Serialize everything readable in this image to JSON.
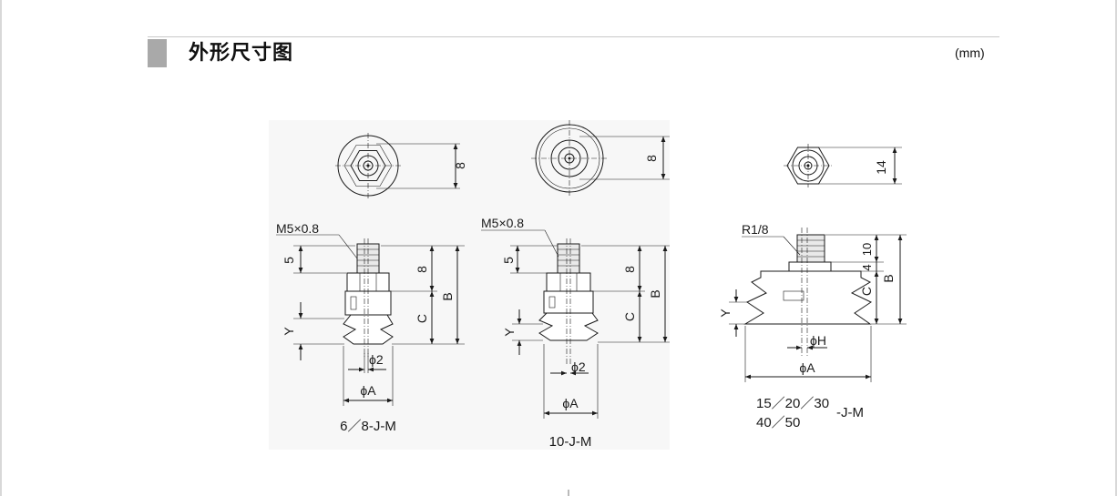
{
  "header": {
    "title": "外形尺寸图",
    "unit": "(mm)"
  },
  "icons": {
    "title_marker": "grey-square-marker"
  },
  "views": [
    {
      "model": "6／8-J-M",
      "top_dim": "8",
      "thread": "M5×0.8",
      "dim_5": "5",
      "dim_8": "8",
      "dim_B": "B",
      "dim_C": "C",
      "dim_Y": "Y",
      "dim_phi2": "ϕ2",
      "dim_phiA": "ϕA"
    },
    {
      "model": "10-J-M",
      "top_dim": "8",
      "thread": "M5×0.8",
      "dim_5": "5",
      "dim_8": "8",
      "dim_B": "B",
      "dim_C": "C",
      "dim_Y": "Y",
      "dim_phi2": "ϕ2",
      "dim_phiA": "ϕA"
    },
    {
      "model_line1": "15／20／30",
      "model_line2": "40／50",
      "model_suffix": "-J-M",
      "top_dim": "14",
      "thread": "R1/8",
      "dim_10": "10",
      "dim_4": "4",
      "dim_B": "B",
      "dim_C": "C",
      "dim_Y": "Y",
      "dim_phiH": "ϕH",
      "dim_phiA": "ϕA"
    }
  ]
}
